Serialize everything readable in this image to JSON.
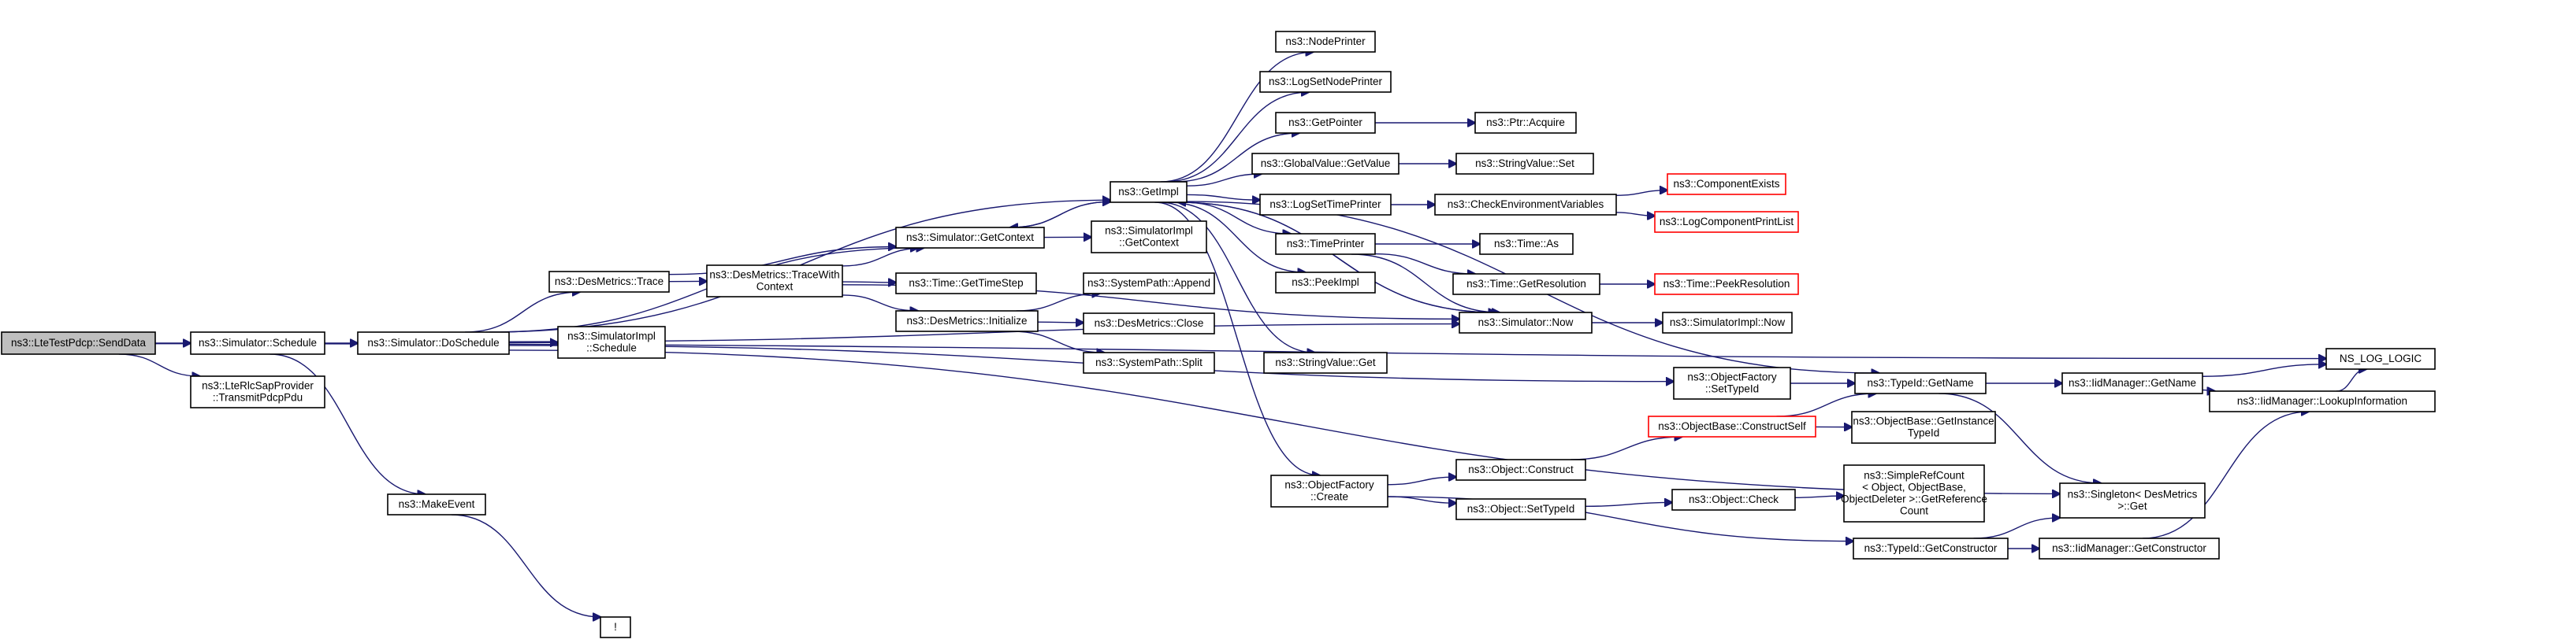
{
  "graph": {
    "accent_color": "#191970",
    "red_border_color": "#ff0000",
    "root_fill_color": "#bfbfbf",
    "nodes": [
      {
        "id": "root",
        "lines": [
          "ns3::LteTestPdcp::SendData"
        ],
        "style": "root"
      },
      {
        "id": "schedule",
        "lines": [
          "ns3::Simulator::Schedule"
        ],
        "style": "normal"
      },
      {
        "id": "transmit",
        "lines": [
          "ns3::LteRlcSapProvider",
          "::TransmitPdcpPdu"
        ],
        "style": "normal"
      },
      {
        "id": "doschedule",
        "lines": [
          "ns3::Simulator::DoSchedule"
        ],
        "style": "normal"
      },
      {
        "id": "makeevent",
        "lines": [
          "ns3::MakeEvent"
        ],
        "style": "normal"
      },
      {
        "id": "excl",
        "lines": [
          "!"
        ],
        "style": "normal"
      },
      {
        "id": "desmtrace",
        "lines": [
          "ns3::DesMetrics::Trace"
        ],
        "style": "normal"
      },
      {
        "id": "simimplsched",
        "lines": [
          "ns3::SimulatorImpl",
          "::Schedule"
        ],
        "style": "normal"
      },
      {
        "id": "tracewith",
        "lines": [
          "ns3::DesMetrics::TraceWith",
          "Context"
        ],
        "style": "normal"
      },
      {
        "id": "initialize",
        "lines": [
          "ns3::DesMetrics::Initialize"
        ],
        "style": "normal"
      },
      {
        "id": "getcontext",
        "lines": [
          "ns3::Simulator::GetContext"
        ],
        "style": "normal"
      },
      {
        "id": "timestep",
        "lines": [
          "ns3::Time::GetTimeStep"
        ],
        "style": "normal"
      },
      {
        "id": "append",
        "lines": [
          "ns3::SystemPath::Append"
        ],
        "style": "normal"
      },
      {
        "id": "close",
        "lines": [
          "ns3::DesMetrics::Close"
        ],
        "style": "normal"
      },
      {
        "id": "split",
        "lines": [
          "ns3::SystemPath::Split"
        ],
        "style": "normal"
      },
      {
        "id": "getimpl",
        "lines": [
          "ns3::GetImpl"
        ],
        "style": "normal"
      },
      {
        "id": "simimplctx",
        "lines": [
          "ns3::SimulatorImpl",
          "::GetContext"
        ],
        "style": "normal"
      },
      {
        "id": "nodeprinter",
        "lines": [
          "ns3::NodePrinter"
        ],
        "style": "normal"
      },
      {
        "id": "logsetnode",
        "lines": [
          "ns3::LogSetNodePrinter"
        ],
        "style": "normal"
      },
      {
        "id": "getpointer",
        "lines": [
          "ns3::GetPointer"
        ],
        "style": "normal"
      },
      {
        "id": "ptracquire",
        "lines": [
          "ns3::Ptr::Acquire"
        ],
        "style": "normal"
      },
      {
        "id": "gvgetvalue",
        "lines": [
          "ns3::GlobalValue::GetValue"
        ],
        "style": "normal"
      },
      {
        "id": "svset",
        "lines": [
          "ns3::StringValue::Set"
        ],
        "style": "normal"
      },
      {
        "id": "logsettime",
        "lines": [
          "ns3::LogSetTimePrinter"
        ],
        "style": "normal"
      },
      {
        "id": "checkenv",
        "lines": [
          "ns3::CheckEnvironmentVariables"
        ],
        "style": "normal"
      },
      {
        "id": "compexists",
        "lines": [
          "ns3::ComponentExists"
        ],
        "style": "red"
      },
      {
        "id": "logcomplist",
        "lines": [
          "ns3::LogComponentPrintList"
        ],
        "style": "red"
      },
      {
        "id": "timeprinter",
        "lines": [
          "ns3::TimePrinter"
        ],
        "style": "normal"
      },
      {
        "id": "timeas",
        "lines": [
          "ns3::Time::As"
        ],
        "style": "normal"
      },
      {
        "id": "getres",
        "lines": [
          "ns3::Time::GetResolution"
        ],
        "style": "normal"
      },
      {
        "id": "peekres",
        "lines": [
          "ns3::Time::PeekResolution"
        ],
        "style": "red"
      },
      {
        "id": "peekimpl",
        "lines": [
          "ns3::PeekImpl"
        ],
        "style": "normal"
      },
      {
        "id": "simnow",
        "lines": [
          "ns3::Simulator::Now"
        ],
        "style": "normal"
      },
      {
        "id": "simimplnow",
        "lines": [
          "ns3::SimulatorImpl::Now"
        ],
        "style": "normal"
      },
      {
        "id": "svget",
        "lines": [
          "ns3::StringValue::Get"
        ],
        "style": "normal"
      },
      {
        "id": "ofsettypeid",
        "lines": [
          "ns3::ObjectFactory",
          "::SetTypeId"
        ],
        "style": "normal"
      },
      {
        "id": "tidgetname",
        "lines": [
          "ns3::TypeId::GetName"
        ],
        "style": "normal"
      },
      {
        "id": "iidgetname",
        "lines": [
          "ns3::IidManager::GetName"
        ],
        "style": "normal"
      },
      {
        "id": "nslog",
        "lines": [
          "NS_LOG_LOGIC"
        ],
        "style": "normal"
      },
      {
        "id": "lookup",
        "lines": [
          "ns3::IidManager::LookupInformation"
        ],
        "style": "normal"
      },
      {
        "id": "constructself",
        "lines": [
          "ns3::ObjectBase::ConstructSelf"
        ],
        "style": "red"
      },
      {
        "id": "getinstance",
        "lines": [
          "ns3::ObjectBase::GetInstance",
          "TypeId"
        ],
        "style": "normal"
      },
      {
        "id": "ofcreate",
        "lines": [
          "ns3::ObjectFactory",
          "::Create"
        ],
        "style": "normal"
      },
      {
        "id": "objconstruct",
        "lines": [
          "ns3::Object::Construct"
        ],
        "style": "normal"
      },
      {
        "id": "objsettypeid",
        "lines": [
          "ns3::Object::SetTypeId"
        ],
        "style": "normal"
      },
      {
        "id": "objcheck",
        "lines": [
          "ns3::Object::Check"
        ],
        "style": "normal"
      },
      {
        "id": "simplerefcount",
        "lines": [
          "ns3::SimpleRefCount",
          "< Object, ObjectBase,",
          " ObjectDeleter >::GetReference",
          "Count"
        ],
        "style": "normal"
      },
      {
        "id": "singleton",
        "lines": [
          "ns3::Singleton< DesMetrics",
          " >::Get"
        ],
        "style": "normal"
      },
      {
        "id": "tidgetctor",
        "lines": [
          "ns3::TypeId::GetConstructor"
        ],
        "style": "normal"
      },
      {
        "id": "iidgetctor",
        "lines": [
          "ns3::IidManager::GetConstructor"
        ],
        "style": "normal"
      }
    ],
    "edges": [
      [
        "root",
        "schedule"
      ],
      [
        "root",
        "transmit"
      ],
      [
        "root",
        "nslog"
      ],
      [
        "schedule",
        "doschedule"
      ],
      [
        "schedule",
        "makeevent"
      ],
      [
        "makeevent",
        "excl"
      ],
      [
        "doschedule",
        "desmtrace"
      ],
      [
        "doschedule",
        "simimplsched"
      ],
      [
        "doschedule",
        "getcontext"
      ],
      [
        "doschedule",
        "getimpl"
      ],
      [
        "doschedule",
        "simnow"
      ],
      [
        "doschedule",
        "ofsettypeid"
      ],
      [
        "doschedule",
        "singleton"
      ],
      [
        "desmtrace",
        "tracewith"
      ],
      [
        "desmtrace",
        "getcontext"
      ],
      [
        "tracewith",
        "getcontext"
      ],
      [
        "tracewith",
        "timestep"
      ],
      [
        "tracewith",
        "initialize"
      ],
      [
        "tracewith",
        "simnow"
      ],
      [
        "initialize",
        "append"
      ],
      [
        "initialize",
        "close"
      ],
      [
        "initialize",
        "split"
      ],
      [
        "getcontext",
        "getimpl"
      ],
      [
        "getcontext",
        "simimplctx"
      ],
      [
        "getimpl",
        "getcontext"
      ],
      [
        "getimpl",
        "nodeprinter"
      ],
      [
        "getimpl",
        "logsetnode"
      ],
      [
        "getimpl",
        "getpointer"
      ],
      [
        "getimpl",
        "gvgetvalue"
      ],
      [
        "getimpl",
        "logsettime"
      ],
      [
        "getimpl",
        "timeprinter"
      ],
      [
        "getimpl",
        "peekimpl"
      ],
      [
        "getimpl",
        "simnow"
      ],
      [
        "getimpl",
        "svget"
      ],
      [
        "getimpl",
        "ofcreate"
      ],
      [
        "getimpl",
        "tidgetname"
      ],
      [
        "getpointer",
        "ptracquire"
      ],
      [
        "gvgetvalue",
        "svset"
      ],
      [
        "logsettime",
        "checkenv"
      ],
      [
        "checkenv",
        "compexists"
      ],
      [
        "checkenv",
        "logcomplist"
      ],
      [
        "timeprinter",
        "timeas"
      ],
      [
        "timeprinter",
        "getres"
      ],
      [
        "timeprinter",
        "simnow"
      ],
      [
        "getres",
        "peekres"
      ],
      [
        "simnow",
        "getimpl"
      ],
      [
        "simnow",
        "simimplnow"
      ],
      [
        "ofsettypeid",
        "tidgetname"
      ],
      [
        "tidgetname",
        "iidgetname"
      ],
      [
        "tidgetname",
        "singleton"
      ],
      [
        "iidgetname",
        "nslog"
      ],
      [
        "iidgetname",
        "lookup"
      ],
      [
        "lookup",
        "nslog"
      ],
      [
        "constructself",
        "tidgetname"
      ],
      [
        "constructself",
        "getinstance"
      ],
      [
        "ofcreate",
        "objconstruct"
      ],
      [
        "ofcreate",
        "objsettypeid"
      ],
      [
        "ofcreate",
        "tidgetctor"
      ],
      [
        "objconstruct",
        "constructself"
      ],
      [
        "objsettypeid",
        "objcheck"
      ],
      [
        "objcheck",
        "simplerefcount"
      ],
      [
        "tidgetctor",
        "singleton"
      ],
      [
        "tidgetctor",
        "iidgetctor"
      ],
      [
        "iidgetctor",
        "lookup"
      ]
    ]
  }
}
